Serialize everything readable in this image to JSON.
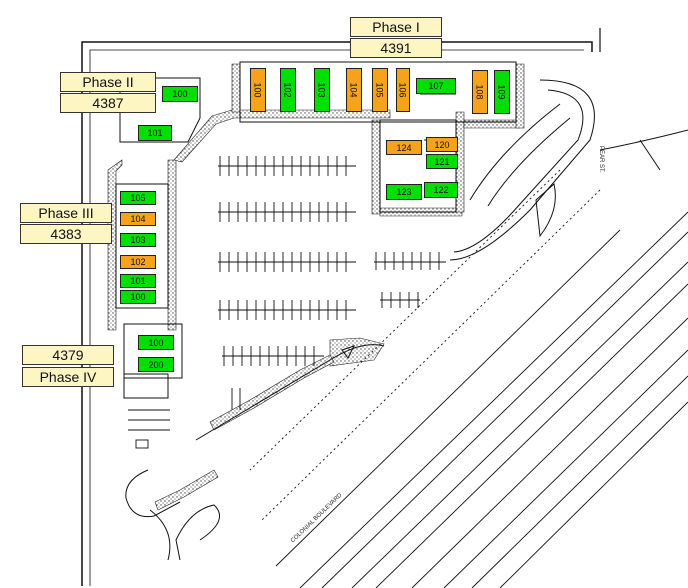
{
  "colors": {
    "leased": "#00e000",
    "available": "#f7a21b",
    "label_fill": "#fdf6c3",
    "ink": "#111111",
    "hatch": "#555555"
  },
  "phases": [
    {
      "name": "Phase I",
      "number": "4391"
    },
    {
      "name": "Phase II",
      "number": "4387"
    },
    {
      "name": "Phase III",
      "number": "4383"
    },
    {
      "name": "Phase IV",
      "number": "4379"
    }
  ],
  "units": {
    "phase1": [
      {
        "id": "100",
        "status": "available"
      },
      {
        "id": "102",
        "status": "leased"
      },
      {
        "id": "103",
        "status": "leased"
      },
      {
        "id": "104",
        "status": "available"
      },
      {
        "id": "105",
        "status": "available"
      },
      {
        "id": "106",
        "status": "available"
      },
      {
        "id": "107",
        "status": "leased"
      },
      {
        "id": "108",
        "status": "available"
      },
      {
        "id": "109",
        "status": "leased"
      },
      {
        "id": "120",
        "status": "available"
      },
      {
        "id": "124",
        "status": "available"
      },
      {
        "id": "121",
        "status": "leased"
      },
      {
        "id": "123",
        "status": "leased"
      },
      {
        "id": "122",
        "status": "leased"
      }
    ],
    "phase2": [
      {
        "id": "100",
        "status": "leased"
      },
      {
        "id": "101",
        "status": "leased"
      }
    ],
    "phase3": [
      {
        "id": "105",
        "status": "leased"
      },
      {
        "id": "104",
        "status": "available"
      },
      {
        "id": "103",
        "status": "leased"
      },
      {
        "id": "102",
        "status": "available"
      },
      {
        "id": "101",
        "status": "leased"
      },
      {
        "id": "100",
        "status": "leased"
      }
    ],
    "phase4": [
      {
        "id": "100",
        "status": "leased"
      },
      {
        "id": "200",
        "status": "leased"
      }
    ]
  },
  "streets": {
    "pear": "PEAR ST.",
    "colonial": "COLONIAL BOULEVARD"
  }
}
